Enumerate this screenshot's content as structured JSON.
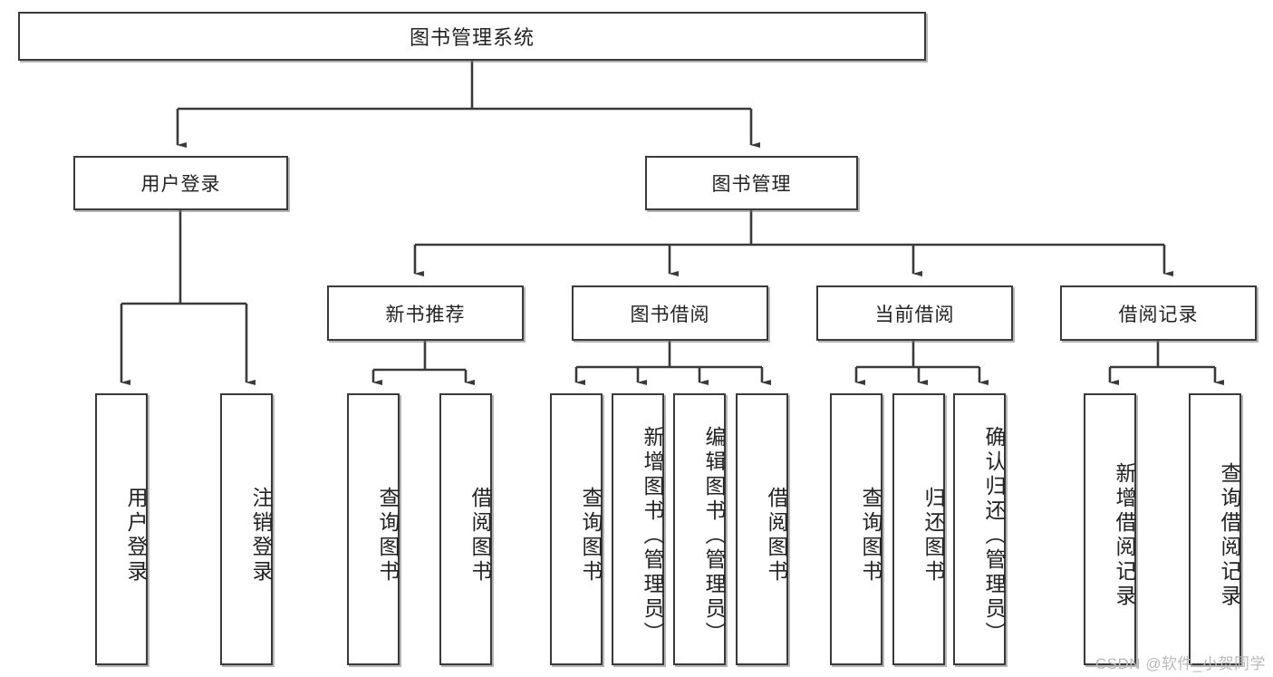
{
  "diagram": {
    "type": "tree",
    "title": "图书管理系统",
    "stroke_color": "#3a3a3a",
    "fill_color": "#ffffff",
    "text_color": "#222222",
    "root": {
      "label": "图书管理系统"
    },
    "level2": [
      {
        "label": "用户登录"
      },
      {
        "label": "图书管理"
      }
    ],
    "level3": [
      {
        "label": "新书推荐"
      },
      {
        "label": "图书借阅"
      },
      {
        "label": "当前借阅"
      },
      {
        "label": "借阅记录"
      }
    ],
    "leaves": {
      "user_login": [
        {
          "label": "用户登录"
        },
        {
          "label": "注销登录"
        }
      ],
      "new_book_recommend": [
        {
          "label": "查询图书"
        },
        {
          "label": "借阅图书"
        }
      ],
      "book_borrow": [
        {
          "label": "查询图书"
        },
        {
          "label": "新增图书（管理员）"
        },
        {
          "label": "编辑图书（管理员）"
        },
        {
          "label": "借阅图书"
        }
      ],
      "current_borrow": [
        {
          "label": "查询图书"
        },
        {
          "label": "归还图书"
        },
        {
          "label": "确认归还（管理员）"
        }
      ],
      "borrow_record": [
        {
          "label": "新增借阅记录"
        },
        {
          "label": "查询借阅记录"
        }
      ]
    }
  },
  "watermark": {
    "text": "CSDN @软件_小贺同学"
  }
}
